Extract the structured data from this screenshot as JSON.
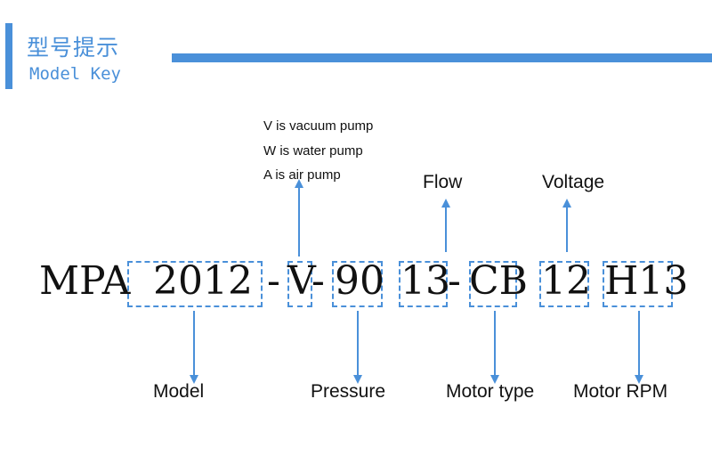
{
  "header": {
    "title_cn": "型号提示",
    "title_en": "Model Key",
    "accent_color": "#4a90d9"
  },
  "model_code": {
    "prefix": "MPA",
    "model": "2012",
    "dash1": "-",
    "type_letter": "V",
    "dash2": "-",
    "pressure": "90",
    "flow": "13",
    "dash3": "-",
    "motor_type": "CB",
    "voltage": "12",
    "rpm": "H13"
  },
  "type_notes": [
    "V  is vacuum pump",
    "W is water pump",
    "A  is air pump"
  ],
  "labels": {
    "flow": "Flow",
    "voltage": "Voltage",
    "model": "Model",
    "pressure": "Pressure",
    "motor_type": "Motor type",
    "motor_rpm": "Motor RPM"
  }
}
